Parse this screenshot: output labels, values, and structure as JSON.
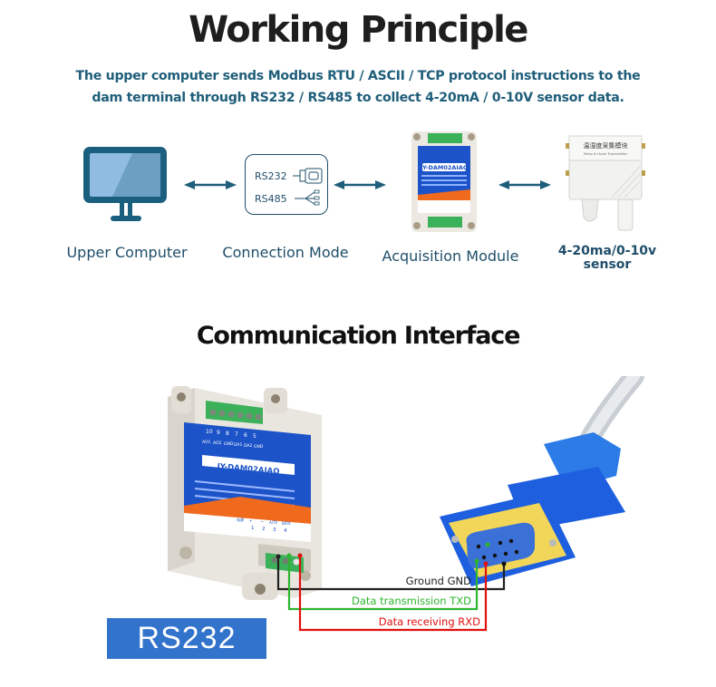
{
  "working_principle": {
    "title": "Working Principle",
    "description_line1": "The upper computer sends Modbus RTU / ASCII / TCP protocol instructions to the",
    "description_line2": "dam terminal through RS232 / RS485 to collect 4-20mA / 0-10V sensor data.",
    "nodes": [
      {
        "label": "Upper Computer",
        "icon": "monitor-icon"
      },
      {
        "label": "Connection Mode",
        "icon": "connection-icon",
        "items": [
          "RS232",
          "RS485"
        ]
      },
      {
        "label": "Acquisition Module",
        "icon": "module-image",
        "model": "JY-DAM02AIAO"
      },
      {
        "label_line1": "4-20ma/0-10v",
        "label_line2": "sensor",
        "icon": "sensor-image",
        "sensor_title": "温湿度采集模块",
        "sensor_subtitle": "Temp & Humi Transmitter"
      }
    ]
  },
  "communication_interface": {
    "title": "Communication Interface",
    "module_model": "JY-DAM02AIAO",
    "module_top_pins": [
      "10",
      "9",
      "8",
      "7",
      "6",
      "5"
    ],
    "module_top_pin_labels": [
      "AO1",
      "AO2",
      "GND",
      "DA1",
      "DA2",
      "GND"
    ],
    "module_bottom_pins": [
      "1",
      "2",
      "3",
      "4"
    ],
    "module_bottom_pin_labels": [
      "电源",
      "+",
      "—",
      "A/TX",
      "B/RX"
    ],
    "interface_badge": "RS232",
    "wires": [
      {
        "label": "Ground GND",
        "color": "#222222"
      },
      {
        "label": "Data transmission TXD",
        "color": "#2db52d"
      },
      {
        "label": "Data receiving RXD",
        "color": "#e01010"
      }
    ]
  },
  "colors": {
    "accent": "#1f5e7a",
    "badge": "#3273cc",
    "module_blue": "#1c53c8",
    "module_orange": "#f06a1e",
    "connector_blue": "#1e5fe0",
    "connector_gold": "#f2d65a"
  }
}
